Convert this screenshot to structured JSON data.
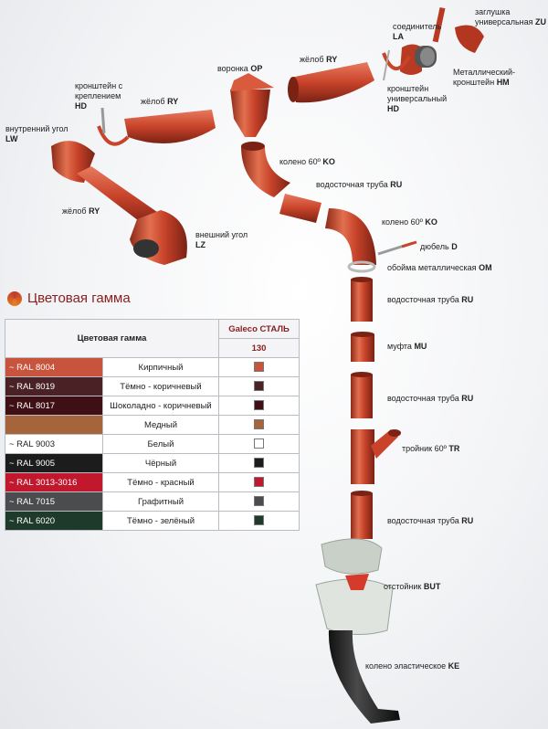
{
  "labels": {
    "zu": {
      "text": "заглушка\nуниверсальная",
      "code": "ZU"
    },
    "la": {
      "text": "соединитель",
      "code": "LA"
    },
    "ry_top": {
      "text": "жёлоб",
      "code": "RY"
    },
    "op": {
      "text": "воронка",
      "code": "OP"
    },
    "hm": {
      "text": "Металлический-\nкронштейн",
      "code": "HM"
    },
    "hd_right": {
      "text": "кронштейн\nуниверсальный",
      "code": "HD"
    },
    "hd_left": {
      "text": "кронштейн с\nкреплением",
      "code": "HD"
    },
    "ry_mid": {
      "text": "жёлоб",
      "code": "RY"
    },
    "lw": {
      "text": "внутренний угол",
      "code": "LW"
    },
    "ko_top": {
      "text": "колено 60º",
      "code": "KO"
    },
    "ru_1": {
      "text": "водосточная труба",
      "code": "RU"
    },
    "ry_left": {
      "text": "жёлоб",
      "code": "RY"
    },
    "ko_mid": {
      "text": "колено 60º",
      "code": "KO"
    },
    "lz": {
      "text": "внешний угол",
      "code": "LZ"
    },
    "d": {
      "text": "дюбель",
      "code": "D"
    },
    "om": {
      "text": "обойма металлическая",
      "code": "OM"
    },
    "ru_2": {
      "text": "водосточная труба",
      "code": "RU"
    },
    "mu": {
      "text": "муфта",
      "code": "MU"
    },
    "ru_3": {
      "text": "водосточная труба",
      "code": "RU"
    },
    "tr": {
      "text": "тройник 60º",
      "code": "TR"
    },
    "ru_4": {
      "text": "водосточная труба",
      "code": "RU"
    },
    "but": {
      "text": "отстойник",
      "code": "BUT"
    },
    "ke": {
      "text": "колено эластическое",
      "code": "KE"
    }
  },
  "palette": {
    "title": "Цветовая гамма",
    "header_col": "Цветовая гамма",
    "brand": "Galeco СТАЛЬ",
    "series": "130",
    "rows": [
      {
        "code": "~ RAL 8004",
        "name": "Кирпичный",
        "color": "#c8543e",
        "text_color": "#ffffff"
      },
      {
        "code": "~ RAL 8019",
        "name": "Тёмно - коричневый",
        "color": "#4a2226",
        "text_color": "#ffffff"
      },
      {
        "code": "~ RAL 8017",
        "name": "Шоколадно - коричневый",
        "color": "#3e0f14",
        "text_color": "#ffffff"
      },
      {
        "code": "",
        "name": "Медный",
        "color": "#a6643a",
        "text_color": "#ffffff"
      },
      {
        "code": "~ RAL 9003",
        "name": "Белый",
        "color": "#ffffff",
        "text_color": "#222222"
      },
      {
        "code": "~ RAL 9005",
        "name": "Чёрный",
        "color": "#1c1c1c",
        "text_color": "#ffffff"
      },
      {
        "code": "~ RAL 3013-3016",
        "name": "Тёмно - красный",
        "color": "#c2182e",
        "text_color": "#ffffff"
      },
      {
        "code": "~ RAL 7015",
        "name": "Графитный",
        "color": "#4a4c4e",
        "text_color": "#ffffff"
      },
      {
        "code": "~ RAL 6020",
        "name": "Тёмно - зелёный",
        "color": "#1e3a2a",
        "text_color": "#ffffff"
      }
    ]
  },
  "colors": {
    "pipe": "#c8432a",
    "pipe_dark": "#8e2a18",
    "pipe_light": "#e87a5e",
    "accent": "#8a1d1d"
  }
}
